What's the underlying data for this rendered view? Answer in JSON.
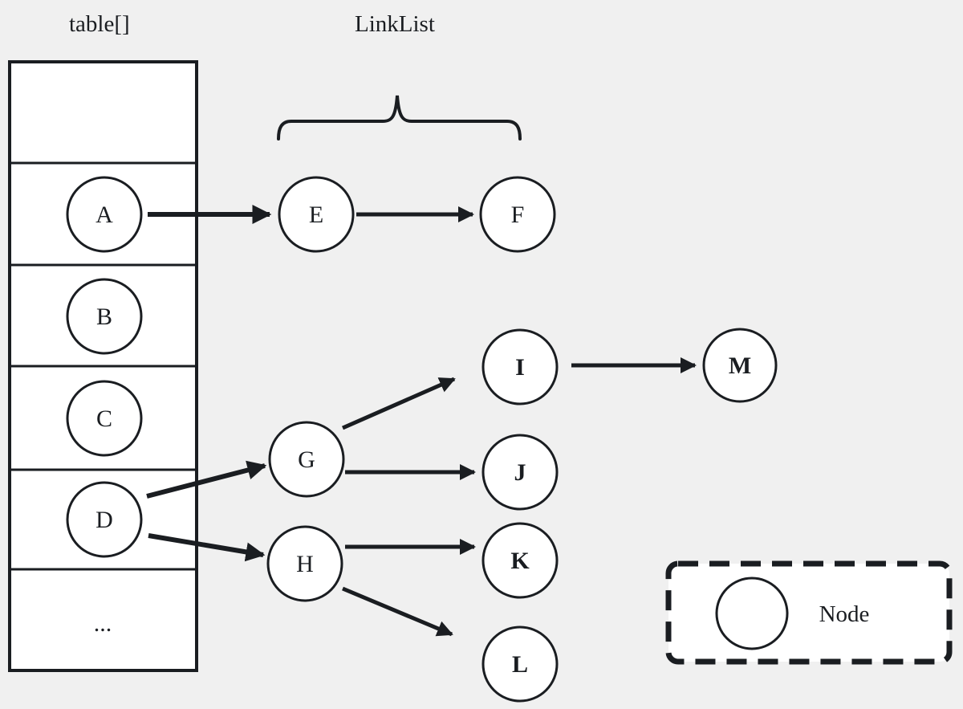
{
  "labels": {
    "table_array": "table[]",
    "linklist": "LinkList"
  },
  "nodes": {
    "A": "A",
    "B": "B",
    "C": "C",
    "D": "D",
    "E": "E",
    "F": "F",
    "G": "G",
    "H": "H",
    "I": "I",
    "J": "J",
    "K": "K",
    "L": "L",
    "M": "M"
  },
  "table": {
    "ellipsis": "...",
    "buckets": [
      "",
      "A",
      "B",
      "C",
      "D",
      "..."
    ]
  },
  "edges": [
    [
      "A",
      "E"
    ],
    [
      "E",
      "F"
    ],
    [
      "D",
      "G"
    ],
    [
      "D",
      "H"
    ],
    [
      "G",
      "I"
    ],
    [
      "G",
      "J"
    ],
    [
      "H",
      "K"
    ],
    [
      "H",
      "L"
    ],
    [
      "I",
      "M"
    ]
  ],
  "legend": {
    "label": "Node"
  },
  "colors": {
    "background": "#f0f0f0",
    "stroke": "#1a1d21",
    "node_fill": "#ffffff"
  }
}
